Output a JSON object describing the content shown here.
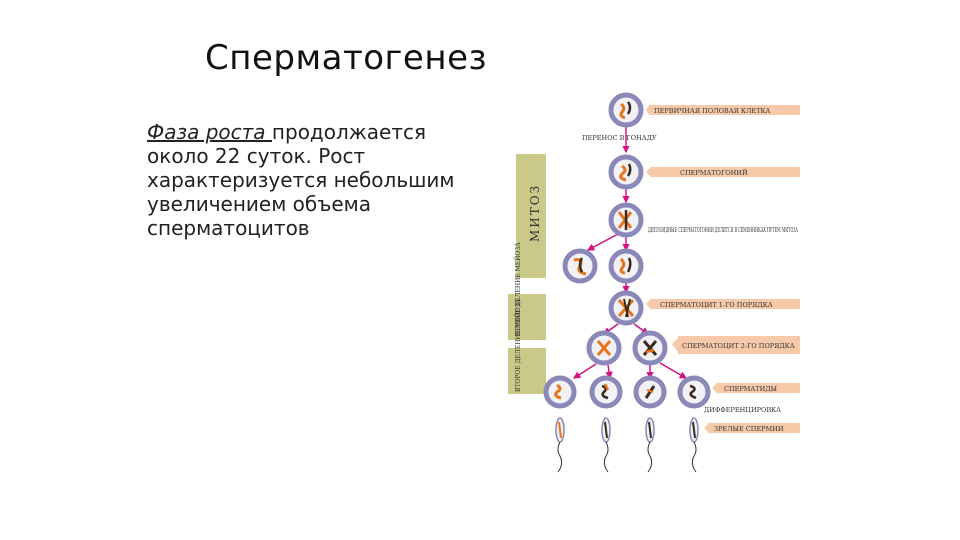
{
  "slide": {
    "title": "Сперматогенез",
    "text_lead": "Фаза роста ",
    "text_rest": "продолжается около 22 суток. Рост характеризуется небольшим увеличением объема сперматоцитов"
  },
  "diagram": {
    "side_labels": {
      "mitosis": "МИТОЗ",
      "meiosis_1": "ПЕРВОЕ ДЕЛЕНИЕ МЕЙОЗА",
      "meiosis_2": "ВТОРОЕ ДЕЛЕНИЕ МЕЙОЗА"
    },
    "labels": {
      "primary_germ_cell": "ПЕРВИЧНАЯ ПОЛОВАЯ КЛЕТКА",
      "transfer_to_gonad": "ПЕРЕНОС В ГОНАДУ",
      "spermatogonium": "СПЕРМАТОГОНИЙ",
      "diploid_spermatogonia": "ДИПЛОИДНЫЕ СПЕРМАТОГОНИИ ДЕЛЯТСЯ В СЕМЕННИКАХ ПУТЕМ МИТОЗА",
      "spermatocyte_1": "СПЕРМАТОЦИТ 1-ГО ПОРЯДКА",
      "spermatocyte_2": "СПЕРМАТОЦИТ 2-ГО ПОРЯДКА",
      "spermatids": "СПЕРМАТИДЫ",
      "differentiation": "ДИФФЕРЕНЦИРОВКА",
      "mature_sperm": "ЗРЕЛЫЕ СПЕРМИИ"
    },
    "colors": {
      "cell_ring": "#8a88b8",
      "cell_fill": "#f2f2f6",
      "arrow": "#d2127e",
      "label_bg": "#f6c9a8",
      "side_bar": "#c9c98a",
      "chrom_orange": "#e8741b",
      "chrom_dark": "#3a2a1a"
    }
  }
}
